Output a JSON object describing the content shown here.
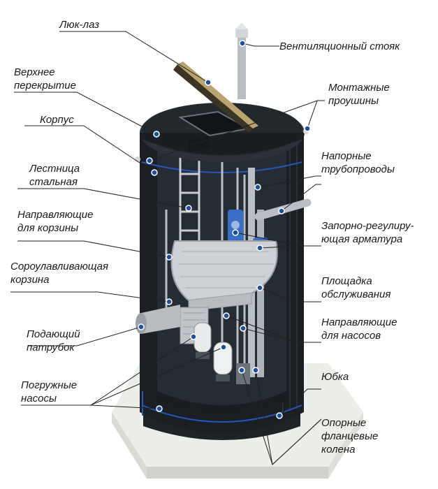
{
  "colors": {
    "body": "#1b1f24",
    "interior": "#2a3038",
    "pipe": "#b9bec4",
    "grating": "#cdd1d5",
    "dot": "#1c4fa0",
    "base": "#e9ebe6",
    "lid": "#3b3526",
    "blue_band": "#2357b8"
  },
  "labels": {
    "hatch": "Люк-лаз",
    "vent": "Вентиляционный стояк",
    "top_slab": "Верхнее\nперекрытие",
    "mount_lugs": "Монтажные\nпроушины",
    "housing": "Корпус",
    "pressure_pipes": "Напорные\nтрубопроводы",
    "ladder": "Лестница\nстальная",
    "basket_guides": "Направляющие\nдля корзины",
    "valves": "Запорно-регулиру-\nющая арматура",
    "basket": "Сороулавливающая\nкорзина",
    "platform": "Площадка\nобслуживания",
    "inlet": "Подающий\nпатрубок",
    "pump_guides": "Направляющие\nдля насосов",
    "pumps": "Погружные\nнасосы",
    "skirt": "Юбка",
    "elbows": "Опорные\nфланцевые\nколена"
  }
}
